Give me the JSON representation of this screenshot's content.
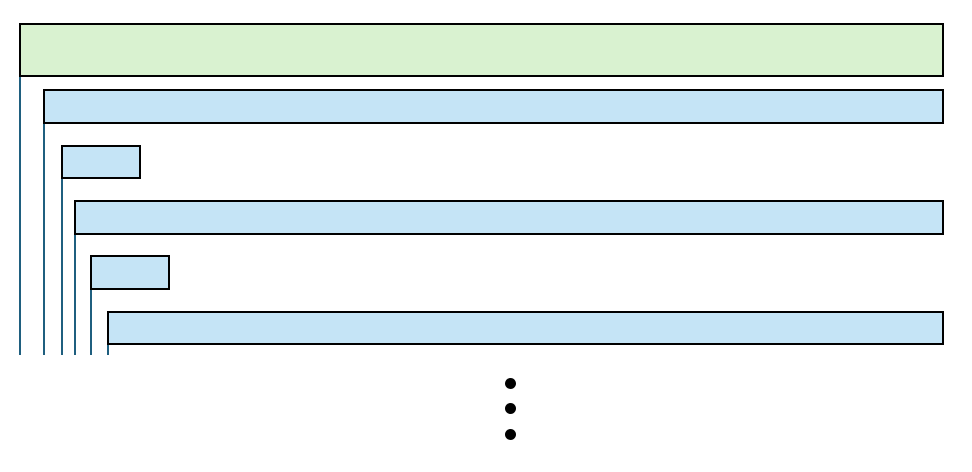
{
  "colors": {
    "root_fill": "#d9f2d0",
    "child_fill": "#c5e4f6",
    "border": "#000000",
    "connector": "#1f5f7f",
    "ellipsis_dot": "#000000"
  },
  "nodes": [
    {
      "level": 0,
      "kind": "root",
      "label": ""
    },
    {
      "level": 1,
      "kind": "wide",
      "label": ""
    },
    {
      "level": 2,
      "kind": "short",
      "label": ""
    },
    {
      "level": 3,
      "kind": "wide",
      "label": ""
    },
    {
      "level": 4,
      "kind": "short",
      "label": ""
    },
    {
      "level": 5,
      "kind": "wide",
      "label": ""
    }
  ],
  "continuation": {
    "dot_count": 3
  }
}
